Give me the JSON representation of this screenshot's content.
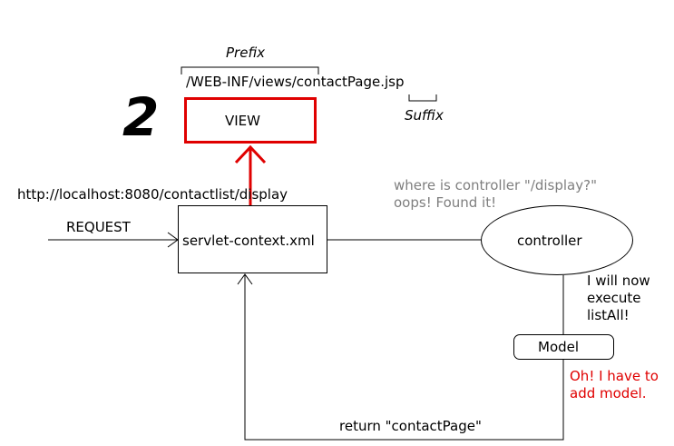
{
  "diagram": {
    "prefix_label": "Prefix",
    "view_path": "/WEB-INF/views/contactPage.jsp",
    "suffix_label": "Suffix",
    "step_number": "2",
    "view_label": "VIEW",
    "url": "http://localhost:8080/contactlist/display",
    "request_label": "REQUEST",
    "servlet_label": "servlet-context.xml",
    "controller_label": "controller",
    "model_label": "Model",
    "search_note_line1": "where is controller \"/display?\"",
    "search_note_line2": "oops! Found it!",
    "execute_note_line1": "I will now",
    "execute_note_line2": "execute",
    "execute_note_line3": "listAll!",
    "model_note_line1": "Oh! I have to",
    "model_note_line2": "add model.",
    "return_label": "return \"contactPage\""
  },
  "colors": {
    "highlight": "#e00000",
    "note_gray": "#7f7f7f",
    "line": "#000000"
  }
}
